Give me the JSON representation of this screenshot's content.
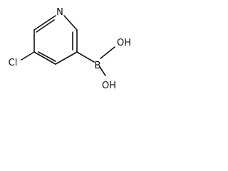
{
  "molecule": {
    "atoms": {
      "n": "N",
      "cl": "Cl",
      "b": "B",
      "oh_top": "OH",
      "oh_bottom": "OH"
    }
  }
}
